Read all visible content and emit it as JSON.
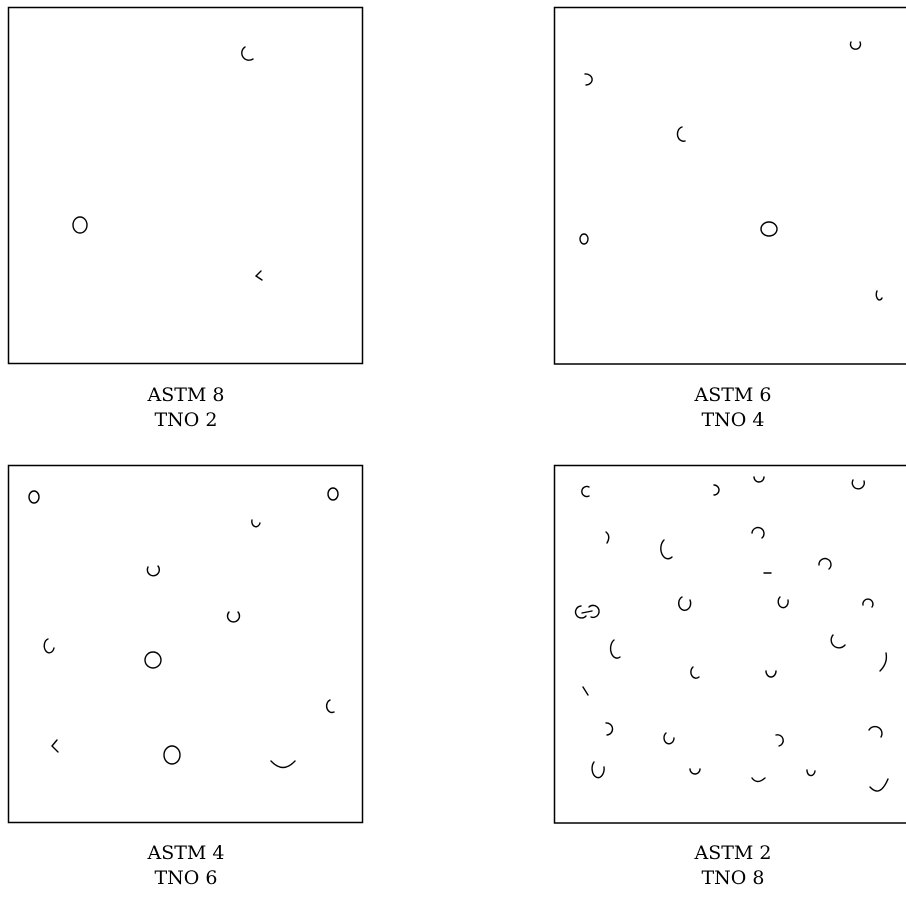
{
  "panels": [
    {
      "astm": "ASTM 8",
      "tno": "TNO 2"
    },
    {
      "astm": "ASTM 6",
      "tno": "TNO 4"
    },
    {
      "astm": "ASTM 4",
      "tno": "TNO 6"
    },
    {
      "astm": "ASTM 2",
      "tno": "TNO 8"
    }
  ]
}
